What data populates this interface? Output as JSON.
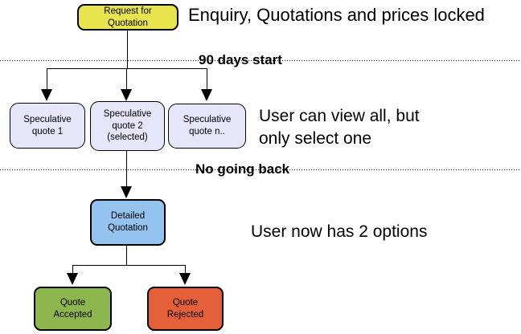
{
  "diagram": {
    "title": "Enquiry, Quotations and prices locked",
    "annotations": {
      "phase1": "90 days start",
      "view_note": "User can view all, but\nonly select one",
      "phase2": "No going back",
      "options_note": "User now has 2 options"
    },
    "nodes": {
      "request": {
        "label": "Request for\nQuotation",
        "fill": "#E8E44E"
      },
      "spec1": {
        "label": "Speculative\nquote 1",
        "fill": "#E6E6FA"
      },
      "spec2": {
        "label": "Speculative\nquote 2\n(selected)",
        "fill": "#E6E6FA"
      },
      "spec3": {
        "label": "Speculative\nquote n..",
        "fill": "#E6E6FA"
      },
      "detailed": {
        "label": "Detailed\nQuotation",
        "fill": "#94C3F0"
      },
      "accepted": {
        "label": "Quote\nAccepted",
        "fill": "#8DB64F"
      },
      "rejected": {
        "label": "Quote\nRejected",
        "fill": "#E55F38"
      }
    },
    "colors": {
      "line": "#000000",
      "text": "#000000",
      "background": "#FFFFFF"
    }
  }
}
